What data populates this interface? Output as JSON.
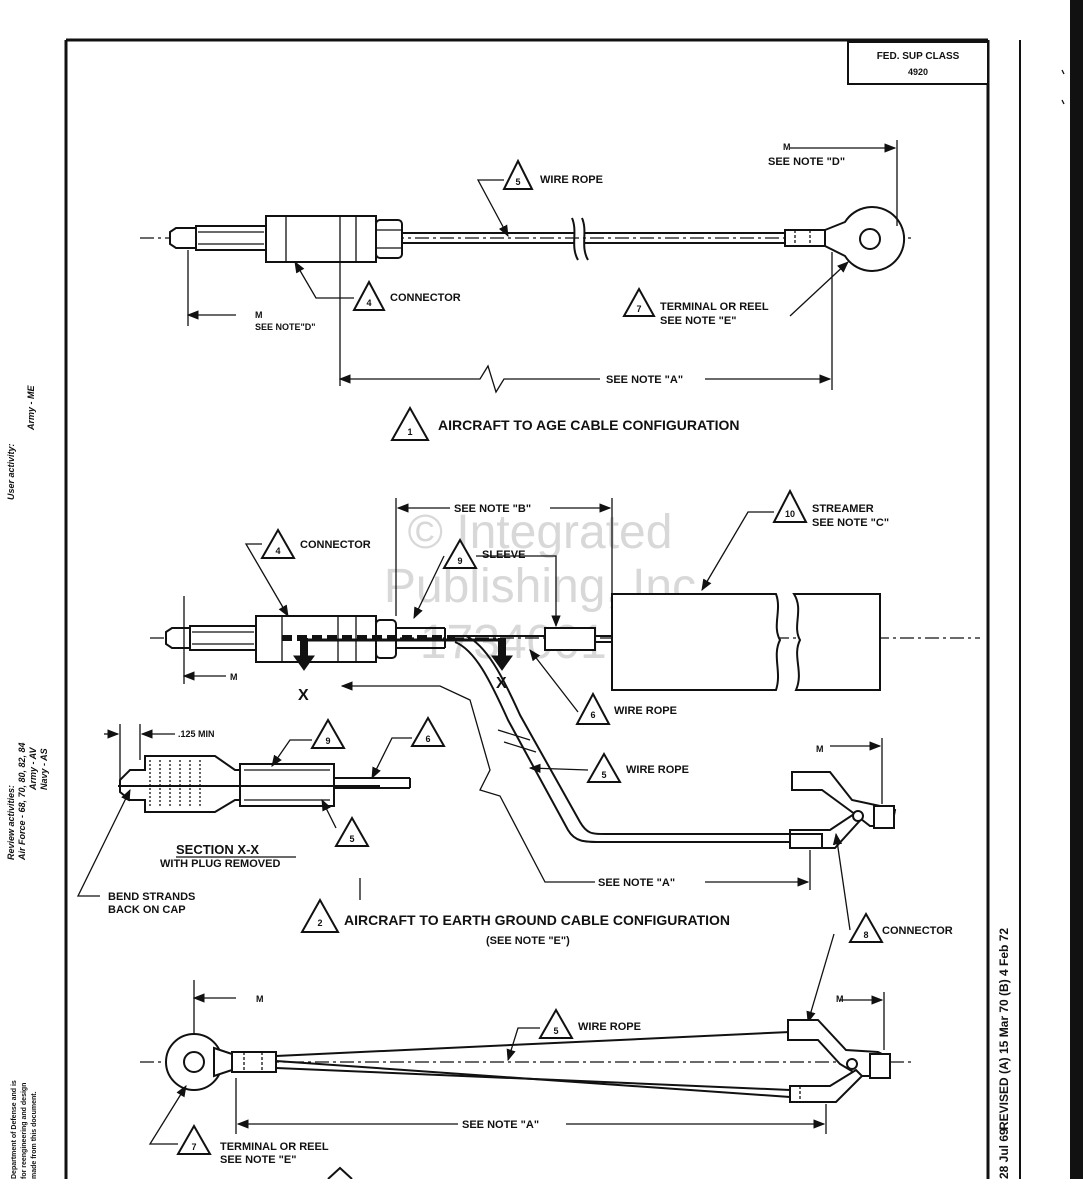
{
  "title_block": {
    "line1": "FED. SUP CLASS",
    "line2": "4920"
  },
  "right_margin": {
    "revision": "REVISED (A) 15 Mar 70 (B) 4 Feb 72",
    "date": "28 Jul 69"
  },
  "left_margin": {
    "user_activity": "User activity:",
    "user_army": "Army - ME",
    "review": "Review activities:",
    "review_af": "Air Force - 68, 70, 80, 82, 84",
    "review_army": "Army - AV",
    "review_navy": "Navy - AS",
    "dod1": "Department of Defense and is",
    "dod2": "for reengineering and design",
    "dod3": "made from this document."
  },
  "watermark": {
    "line1": "© Integrated",
    "line2": "Publishing, Inc",
    "line3": "1734001.png"
  },
  "fig1": {
    "num": "1",
    "title": "AIRCRAFT TO AGE CABLE CONFIGURATION",
    "wire_rope_num": "5",
    "wire_rope": "WIRE ROPE",
    "connector_num": "4",
    "connector": "CONNECTOR",
    "terminal_num": "7",
    "terminal1": "TERMINAL OR REEL",
    "terminal2": "SEE NOTE \"E\"",
    "m_left": "M",
    "note_d_left": "SEE NOTE\"D\"",
    "m_right": "M",
    "note_d_right": "SEE NOTE \"D\"",
    "note_a": "SEE NOTE \"A\""
  },
  "fig2": {
    "num": "2",
    "title": "AIRCRAFT TO EARTH GROUND CABLE CONFIGURATION",
    "subtitle": "(SEE NOTE \"E\")",
    "note_b": "SEE NOTE \"B\"",
    "streamer_num": "10",
    "streamer1": "STREAMER",
    "streamer2": "SEE NOTE \"C\"",
    "connector_num": "4",
    "connector": "CONNECTOR",
    "sleeve_num": "9",
    "sleeve": "SLEEVE",
    "wire_rope_num_6": "6",
    "wire_rope_6": "WIRE ROPE",
    "wire_rope_num_5": "5",
    "wire_rope_5": "WIRE ROPE",
    "m_left": "M",
    "m_right": "M",
    "x_left": "X",
    "x_right": "X",
    "note_a": "SEE NOTE \"A\"",
    "connector8_num": "8",
    "connector8": "CONNECTOR"
  },
  "section": {
    "dim": ".125 MIN",
    "callout_9": "9",
    "callout_6": "6",
    "callout_5": "5",
    "title": "SECTION X-X",
    "subtitle": "WITH PLUG REMOVED",
    "bend1": "BEND STRANDS",
    "bend2": "BACK ON CAP"
  },
  "fig3": {
    "wire_rope_num": "5",
    "wire_rope": "WIRE ROPE",
    "m_left": "M",
    "m_right": "M",
    "note_a": "SEE NOTE \"A\"",
    "terminal_num": "7",
    "terminal1": "TERMINAL OR REEL",
    "terminal2": "SEE NOTE \"E\""
  }
}
